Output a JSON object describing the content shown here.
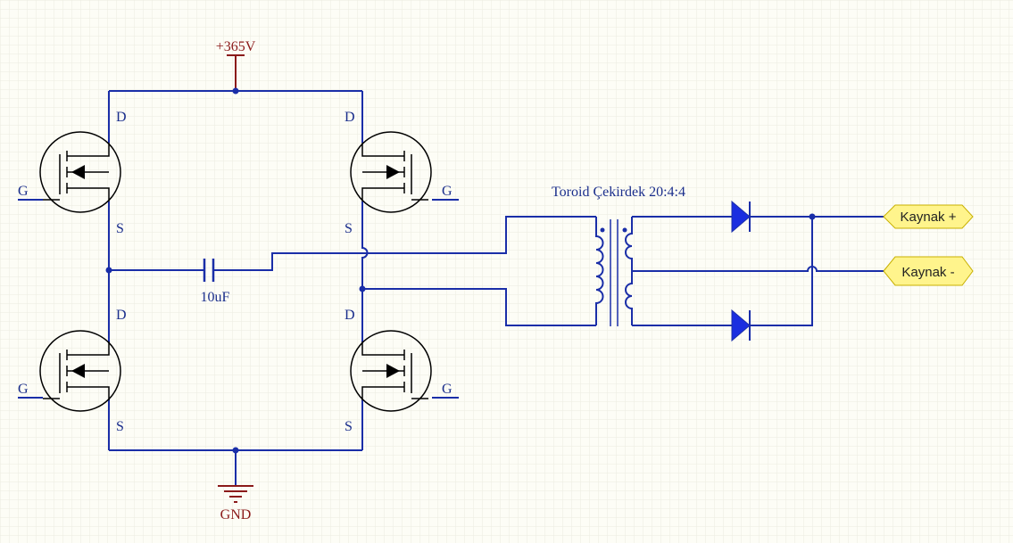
{
  "colors": {
    "background": "#fdfdf6",
    "grid": "#ecece0",
    "wire": "#1a2ea8",
    "symbol": "#000000",
    "power": "#8b1a1a",
    "diode_fill": "#1a2ee0",
    "port_fill": "#fff48c",
    "port_stroke": "#c8b000",
    "junction": "#1a2ea8"
  },
  "power": {
    "vcc_label": "+365V",
    "gnd_label": "GND"
  },
  "mosfets": [
    {
      "id": "q1",
      "drain": "D",
      "gate": "G",
      "source": "S"
    },
    {
      "id": "q2",
      "drain": "D",
      "gate": "G",
      "source": "S"
    },
    {
      "id": "q3",
      "drain": "D",
      "gate": "G",
      "source": "S"
    },
    {
      "id": "q4",
      "drain": "D",
      "gate": "G",
      "source": "S"
    }
  ],
  "capacitor": {
    "value": "10uF"
  },
  "transformer": {
    "label": "Toroid Çekirdek 20:4:4"
  },
  "ports": [
    {
      "label": "Kaynak +"
    },
    {
      "label": "Kaynak -"
    }
  ]
}
